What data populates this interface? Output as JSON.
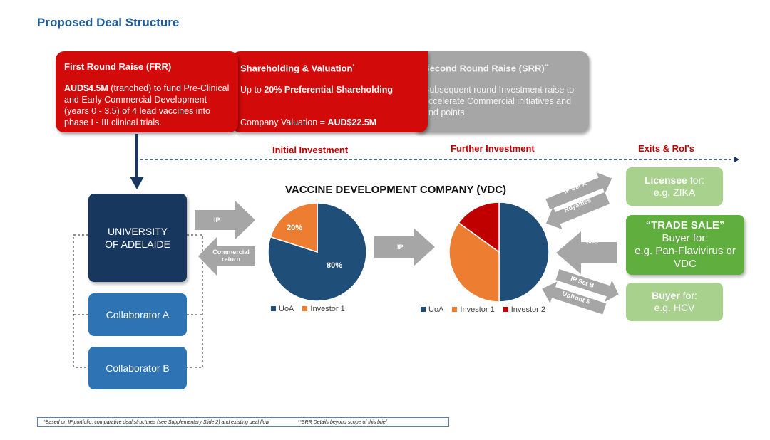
{
  "title": "Proposed Deal Structure",
  "frr": {
    "heading": "First Round Raise (FRR)",
    "amount": "AUD$4.5M",
    "text": " (tranched) to fund Pre-Clinical and Early Commercial Development (years 0 - 3.5) of 4 lead vaccines into phase I - III  clinical trials."
  },
  "shareholding": {
    "heading": "Shareholding & Valuation",
    "mark": "*",
    "pre": "Up to ",
    "pct": "20%  Preferential Shareholding",
    "val_pre": "Company Valuation = ",
    "val": "AUD$22.5M"
  },
  "srr": {
    "heading": "Second Round Raise (SRR)",
    "mark": "**",
    "text": "Subsequent round Investment raise to accelerate Commercial initiatives and end points"
  },
  "phases": [
    "Initial Investment",
    "Further Investment",
    "Exits & RoI's"
  ],
  "university": "UNIVERSITY OF ADELAIDE",
  "collaborators": [
    "Collaborator A",
    "Collaborator B"
  ],
  "vdc_title": "VACCINE DEVELOPMENT COMPANY (VDC)",
  "arrows": {
    "ip": "IP",
    "commercial": "Commercial return",
    "ip2": "IP",
    "ipA": "IP Set A",
    "royalties": "Royalties",
    "money": "$$$",
    "ipB": "IP Set B",
    "upfront": "Upfront $"
  },
  "exits": {
    "licensee": {
      "bold": "Licensee",
      "rest": " for:",
      "line2": "e.g. ZIKA"
    },
    "trade": {
      "bold": "“TRADE SALE”",
      "line2": "Buyer for:",
      "line3": "e.g. Pan-Flavivirus or VDC"
    },
    "buyer": {
      "bold": "Buyer",
      "rest": " for:",
      "line2": "e.g. HCV"
    }
  },
  "chart_data": [
    {
      "type": "pie",
      "labels": [
        "UoA",
        "Investor 1"
      ],
      "values": [
        80,
        20
      ],
      "data_labels": [
        "80%",
        "20%"
      ],
      "colors": [
        "#1f4e79",
        "#ed7d31"
      ]
    },
    {
      "type": "pie",
      "labels": [
        "UoA",
        "Investor 1",
        "Investor 2"
      ],
      "values": [
        50,
        35,
        15
      ],
      "colors": [
        "#1f4e79",
        "#ed7d31",
        "#c00000"
      ]
    }
  ],
  "footer": {
    "note1": "*Based on IP portfolio, comparative deal structures (see Supplementary Slide 2) and existing deal flow",
    "note2": "**SRR Details beyond scope of this brief"
  }
}
